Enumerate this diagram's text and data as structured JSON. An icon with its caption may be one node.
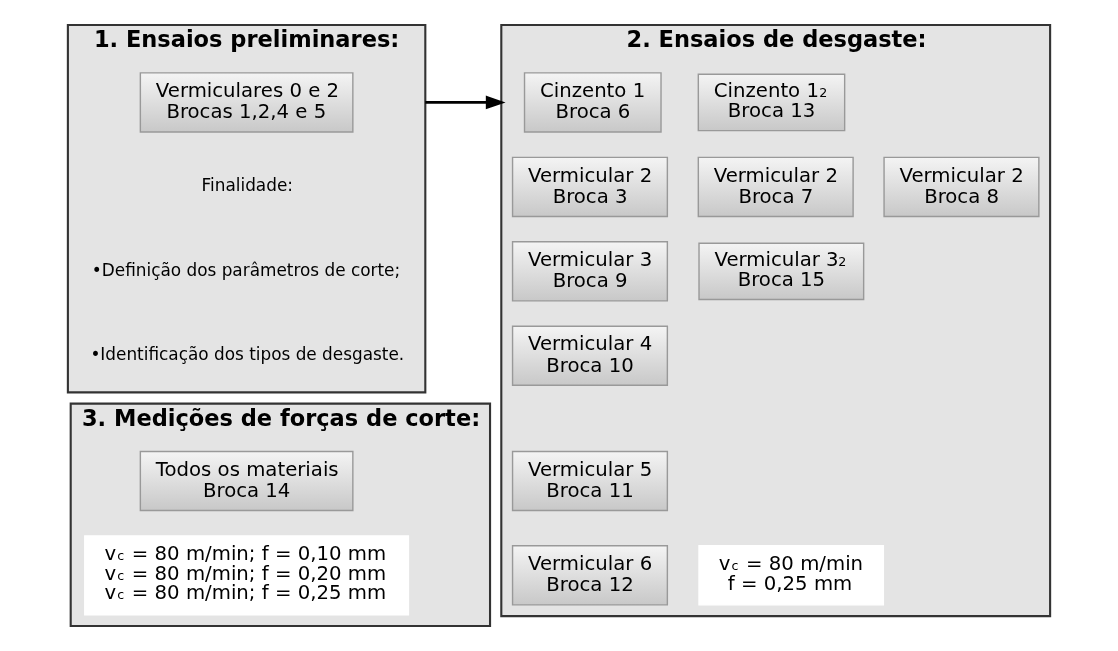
{
  "diagram": {
    "nodes": [
      {
        "text": [
          "1. Ensaios preliminares:"
        ]
      },
      {
        "text": [
          "Vermiculares 0 e 2",
          "Brocas 1,2,4 e 5"
        ],
        "in": 0
      },
      {
        "text": [
          "2. Ensaios de desgaste:"
        ]
      },
      {
        "text": [
          "Cinzento 1",
          "Broca 6"
        ],
        "in": 2
      },
      {
        "text": [
          "Cinzento 1$_{2}$",
          "Broca 13"
        ],
        "in": 2
      },
      {
        "text": [
          "Vermicular 2",
          "Broca 3"
        ],
        "in": 2
      },
      {
        "text": [
          "Vermicular 2",
          "Broca 7"
        ],
        "in": 2
      },
      {
        "text": [
          "Vermicular 2",
          "Broca 8"
        ],
        "in": 2
      },
      {
        "text": [
          "Vermicular 3",
          "Broca 9"
        ],
        "in": 2
      },
      {
        "text": [
          "Vermicular 3$_{2}$",
          "Broca 15"
        ],
        "in": 2
      },
      {
        "text": [
          "Vermicular 4",
          "Broca 10"
        ],
        "in": 2
      },
      {
        "text": [
          "Vermicular 5",
          "Broca 11"
        ],
        "in": 2
      },
      {
        "text": [
          "Vermicular 6",
          "Broca 12"
        ],
        "in": 2
      },
      {
        "text": [
          "v$_{c}$ = 80 m/min",
          "f = 0,25 mm"
        ],
        "in": 2
      },
      {
        "text": [
          "3. Medições de forças de corte:"
        ]
      },
      {
        "text": [
          "Todos os materiais",
          "Broca 14"
        ],
        "in": 14
      },
      {
        "text": [
          "v$_{c}$ = 80 m/min; f = 0,10 mm",
          "v$_{c}$ = 80 m/min; f = 0,20 mm",
          "v$_{c}$ = 80 m/min; f = 0,25 mm"
        ],
        "in": 14
      }
    ],
    "edges": [
      {
        "from": 0,
        "to": 2,
        "arrow": "to"
      }
    ],
    "labels": [
      "Finalidade:",
      "•Definição dos parâmetros de corte;",
      "•Identificação dos tipos de desgaste."
    ]
  }
}
